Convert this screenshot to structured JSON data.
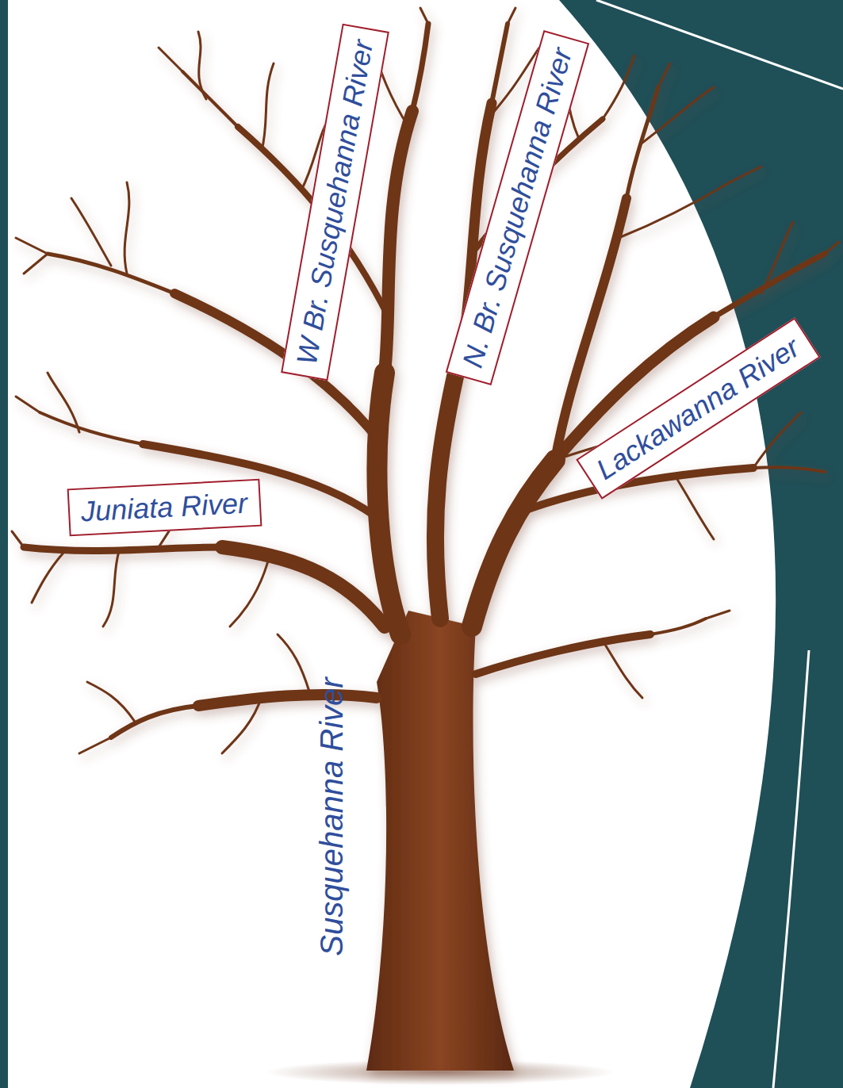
{
  "diagram": {
    "nodes": [
      {
        "text": [
          "W Br. Susquehanna River"
        ]
      },
      {
        "text": [
          "N. Br. Susquehanna River"
        ]
      },
      {
        "text": [
          "Lackawanna River"
        ]
      },
      {
        "text": [
          "Juniata River"
        ]
      }
    ],
    "labels": [
      "Susquehanna River"
    ]
  }
}
